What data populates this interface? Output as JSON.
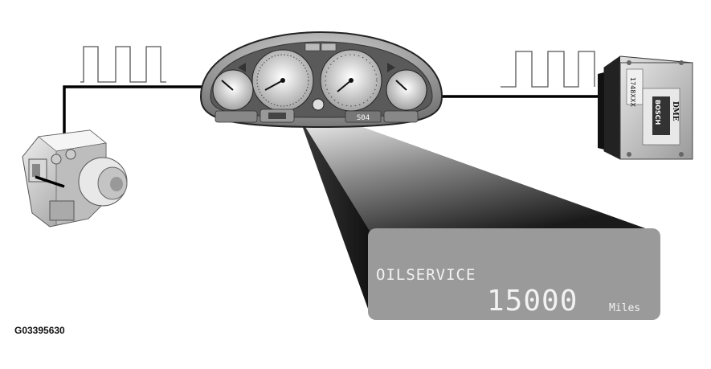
{
  "figure_id": "G03395630",
  "display": {
    "label": "OILSERVICE",
    "value": "15000",
    "unit": "Miles"
  },
  "cluster": {
    "odometer": "S04"
  },
  "control_module": {
    "brand": "BOSCH",
    "label": "DME",
    "part_number": "1748XXX"
  },
  "icons": [
    "abs-modulator-icon",
    "instrument-cluster-icon",
    "dme-control-module-icon",
    "square-wave-signal-icon"
  ],
  "colors": {
    "wire": "#000000",
    "lcd_background": "#9a9a9a",
    "lcd_text": "#f2f2f2",
    "cluster_body": "#9c9c9c"
  }
}
